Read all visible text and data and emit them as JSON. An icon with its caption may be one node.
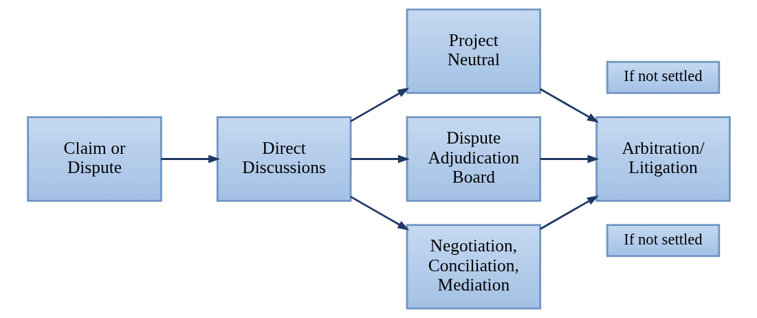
{
  "diagram": {
    "nodes": [
      {
        "text": [
          "Claim or Dispute"
        ]
      },
      {
        "text": [
          "Direct Discussions"
        ]
      },
      {
        "text": [
          "Project Neutral"
        ]
      },
      {
        "text": [
          "Dispute Adjudication Board"
        ]
      },
      {
        "text": [
          "Negotiation, Conciliation, Mediation"
        ]
      },
      {
        "text": [
          "Arbitration/ Litigation"
        ]
      },
      {
        "text": [
          "If not settled"
        ]
      },
      {
        "text": [
          "If not settled"
        ]
      }
    ],
    "edges": [
      {
        "from": 0,
        "to": 1,
        "arrow": "to"
      },
      {
        "from": 1,
        "to": 2,
        "arrow": "to"
      },
      {
        "from": 1,
        "to": 3,
        "arrow": "to"
      },
      {
        "from": 1,
        "to": 4,
        "arrow": "to"
      },
      {
        "from": 2,
        "to": 5,
        "arrow": "to"
      },
      {
        "from": 3,
        "to": 5,
        "arrow": "to"
      },
      {
        "from": 4,
        "to": 5,
        "arrow": "to"
      }
    ]
  }
}
